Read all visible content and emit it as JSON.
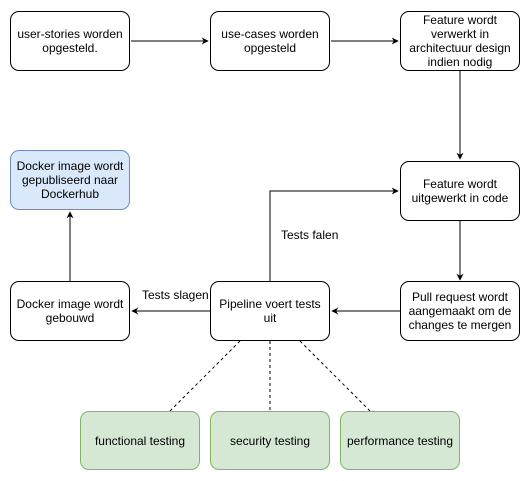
{
  "nodes": {
    "user_stories": "user-stories worden opgesteld.",
    "use_cases": "use-cases worden opgesteld",
    "feature_architecture": "Feature wordt verwerkt in architectuur design indien nodig",
    "feature_code": "Feature wordt uitgewerkt in code",
    "pull_request": "Pull request wordt aangemaakt om de changes te mergen",
    "pipeline": "Pipeline voert tests uit",
    "docker_build": "Docker image wordt gebouwd",
    "docker_publish": "Docker image wordt gepubliseerd naar Dockerhub",
    "functional_testing": "functional testing",
    "security_testing": "security testing",
    "performance_testing": "performance testing"
  },
  "edge_labels": {
    "tests_fail": "Tests falen",
    "tests_pass": "Tests slagen"
  },
  "colors": {
    "stroke": "#000000",
    "publish_fill": "#dae8fc",
    "publish_stroke": "#6c8ebf",
    "testing_fill": "#d5e8d4",
    "testing_stroke": "#82b366"
  }
}
